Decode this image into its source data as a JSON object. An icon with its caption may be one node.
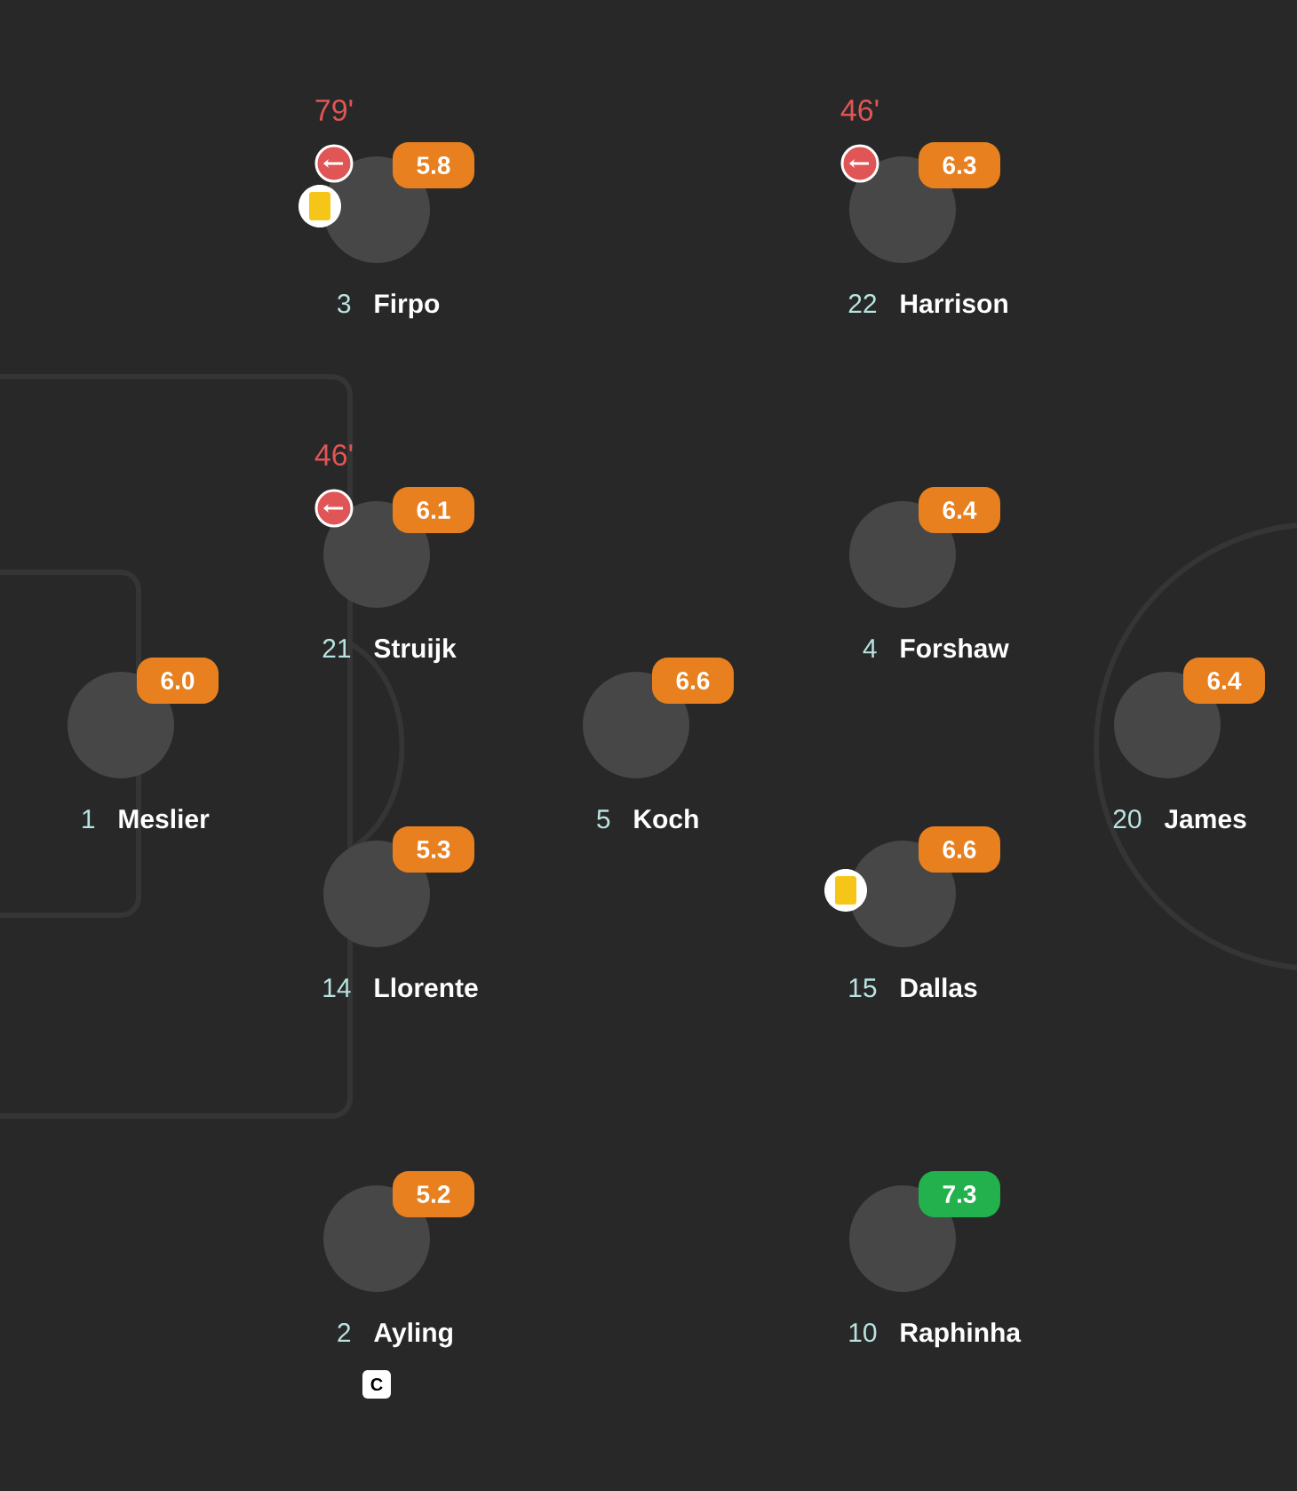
{
  "diagram": {
    "nodes": [
      {
        "text": [
          "3",
          "Firpo"
        ],
        "beside": [
          "5.8",
          "79'"
        ]
      },
      {
        "text": [
          "22",
          "Harrison"
        ],
        "beside": [
          "6.3",
          "46'"
        ]
      },
      {
        "text": [
          "21",
          "Struijk"
        ],
        "beside": [
          "6.1",
          "46'"
        ]
      },
      {
        "text": [
          "4",
          "Forshaw"
        ],
        "beside": [
          "6.4"
        ]
      },
      {
        "text": [
          "1",
          "Meslier"
        ],
        "beside": [
          "6.0"
        ]
      },
      {
        "text": [
          "5",
          "Koch"
        ],
        "beside": [
          "6.6"
        ]
      },
      {
        "text": [
          "20",
          "James"
        ],
        "beside": [
          "6.4"
        ]
      },
      {
        "text": [
          "14",
          "Llorente"
        ],
        "beside": [
          "5.3"
        ]
      },
      {
        "text": [
          "15",
          "Dallas"
        ],
        "beside": [
          "6.6"
        ]
      },
      {
        "text": [
          "2",
          "Ayling"
        ],
        "beside": [
          "5.2"
        ]
      },
      {
        "text": [
          "10",
          "Raphinha"
        ],
        "beside": [
          "7.3"
        ]
      }
    ],
    "labels": [
      "C"
    ]
  }
}
